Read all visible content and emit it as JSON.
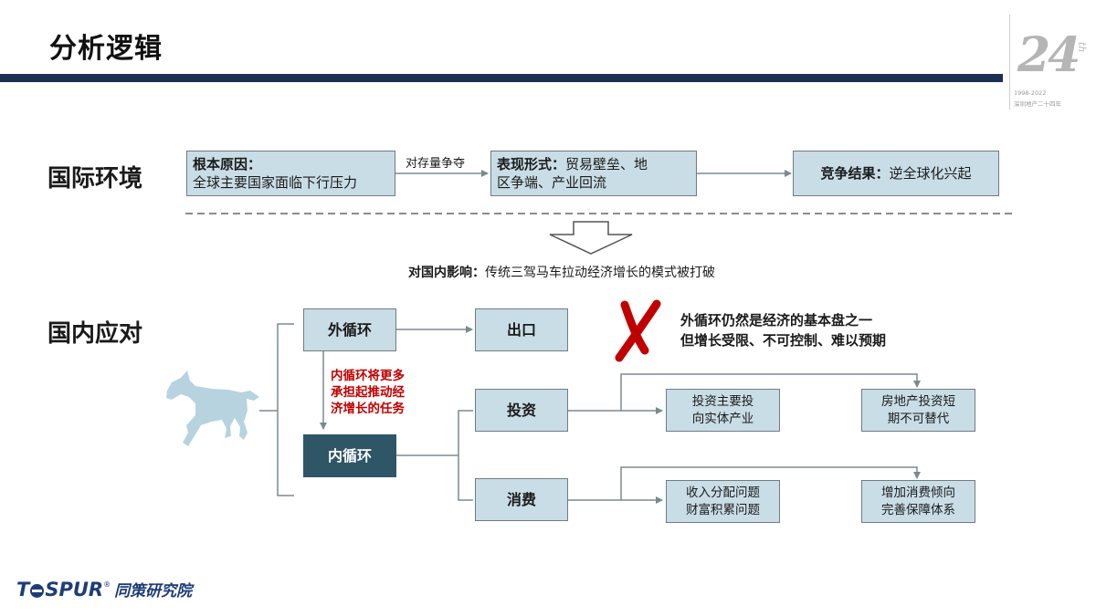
{
  "header": {
    "title": "分析逻辑",
    "anniversary_number": "24",
    "anniversary_suffix": "th",
    "anniversary_years": "1998-2022",
    "anniversary_text": "深圳地产二十四年"
  },
  "international": {
    "label": "国际环境",
    "root_cause_title": "根本原因：",
    "root_cause_text": "全球主要国家面临下行压力",
    "edge_label": "对存量争夺",
    "form_title": "表现形式：",
    "form_text_line1": "贸易壁垒、地",
    "form_text_line2": "区争端、产业回流",
    "result_title": "竞争结果：",
    "result_text": "逆全球化兴起"
  },
  "impact": {
    "title": "对国内影响：",
    "text": "传统三驾马车拉动经济增长的模式被打破"
  },
  "domestic": {
    "label": "国内应对",
    "outer_loop": "外循环",
    "inner_loop": "内循环",
    "inner_note_line1": "内循环将更多",
    "inner_note_line2": "承担起推动经",
    "inner_note_line3": "济增长的任务",
    "export": "出口",
    "investment": "投资",
    "consumption": "消费",
    "x_note_line1": "外循环仍然是经济的基本盘之一",
    "x_note_line2": "但增长受限、不可控制、难以预期",
    "invest_sub1_line1": "投资主要投",
    "invest_sub1_line2": "向实体产业",
    "invest_sub2_line1": "房地产投资短",
    "invest_sub2_line2": "期不可替代",
    "consume_sub1_line1": "收入分配问题",
    "consume_sub1_line2": "财富积累问题",
    "consume_sub2_line1": "增加消费倾向",
    "consume_sub2_line2": "完善保障体系"
  },
  "footer": {
    "logo_part1": "T",
    "logo_part2": "SPUR",
    "logo_mark": "®",
    "logo_cn": "同策研究院"
  },
  "colors": {
    "box_fill": "#c9dde6",
    "box_dark": "#2e5667",
    "title_bar": "#1b2f52",
    "accent_red": "#c00000",
    "logo_blue": "#1e3c78"
  }
}
